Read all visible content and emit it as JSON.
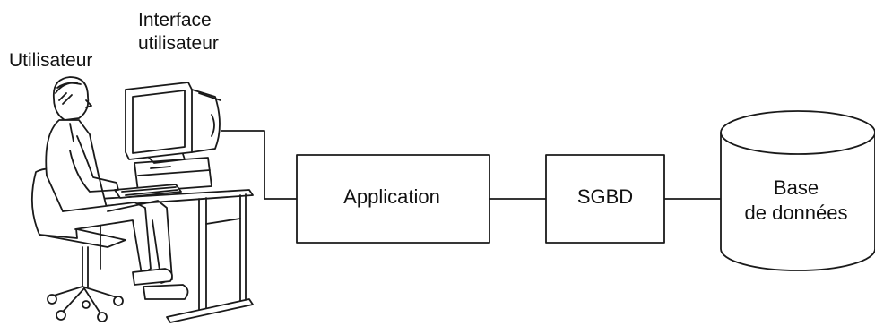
{
  "labels": {
    "user": "Utilisateur",
    "interface_line1": "Interface",
    "interface_line2": "utilisateur"
  },
  "nodes": {
    "application": "Application",
    "dbms": "SGBD",
    "database_line1": "Base",
    "database_line2": "de données"
  },
  "colors": {
    "stroke": "#1a1a1a",
    "background": "#ffffff"
  }
}
